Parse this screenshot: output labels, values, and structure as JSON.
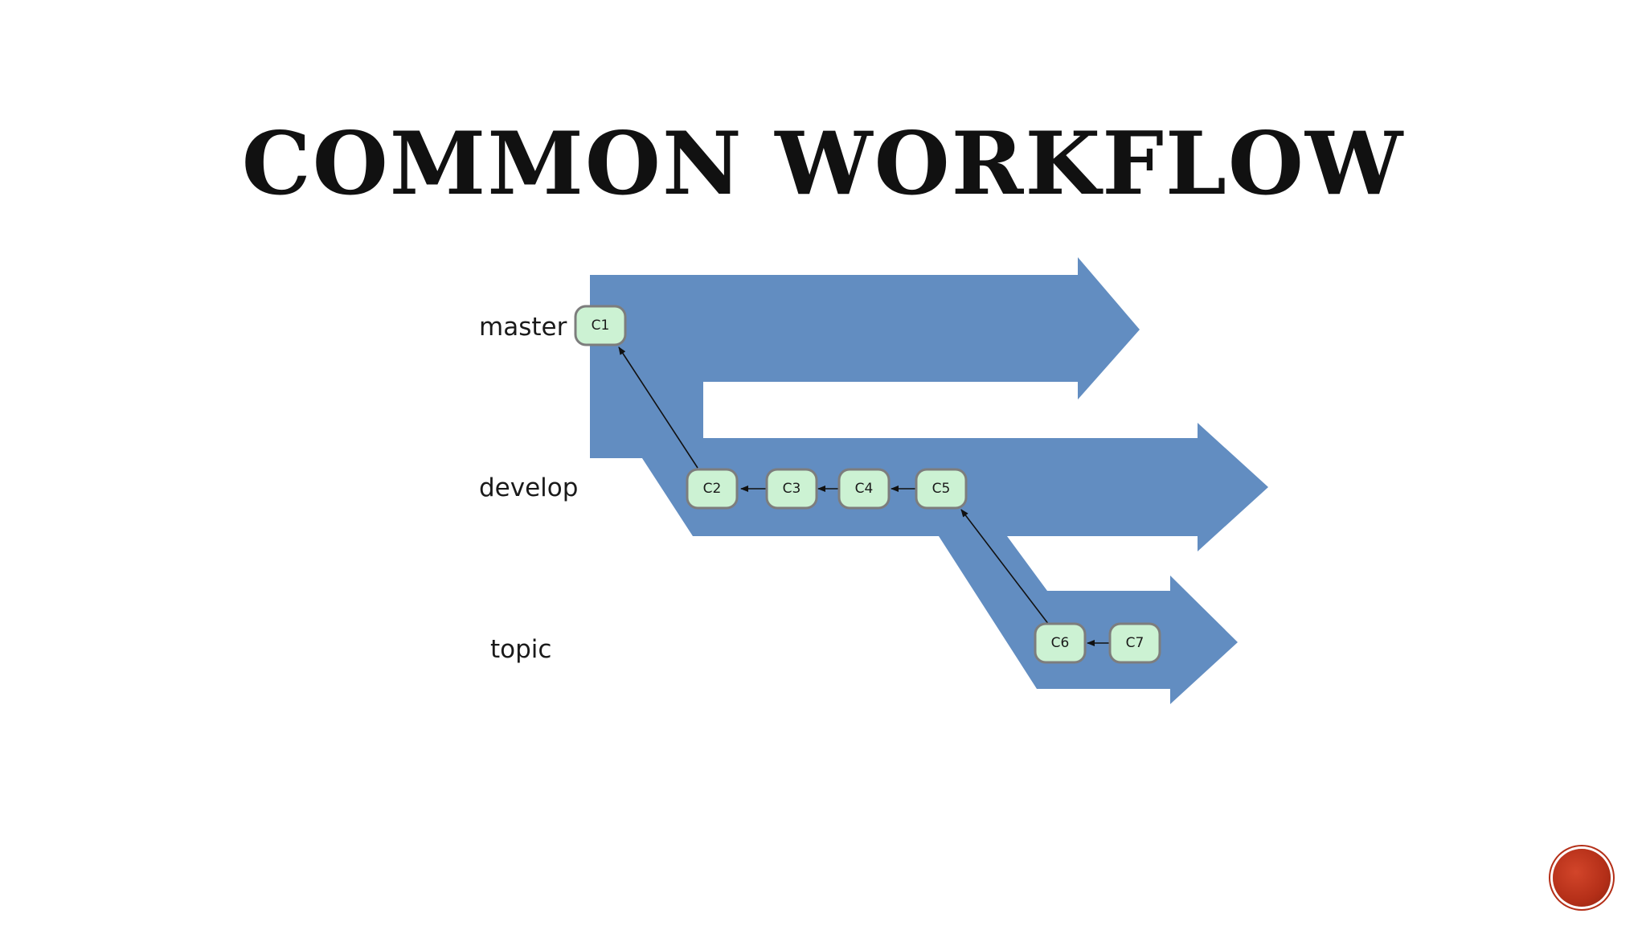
{
  "slide": {
    "title": "COMMON WORKFLOW"
  },
  "diagram": {
    "branches": [
      {
        "id": "master",
        "label": "master"
      },
      {
        "id": "develop",
        "label": "develop"
      },
      {
        "id": "topic",
        "label": "topic"
      }
    ],
    "commits": [
      {
        "id": "C1",
        "label": "C1",
        "branch": "master"
      },
      {
        "id": "C2",
        "label": "C2",
        "branch": "develop"
      },
      {
        "id": "C3",
        "label": "C3",
        "branch": "develop"
      },
      {
        "id": "C4",
        "label": "C4",
        "branch": "develop"
      },
      {
        "id": "C5",
        "label": "C5",
        "branch": "develop"
      },
      {
        "id": "C6",
        "label": "C6",
        "branch": "topic"
      },
      {
        "id": "C7",
        "label": "C7",
        "branch": "topic"
      }
    ],
    "parent_links": [
      {
        "from": "C2",
        "to": "C1"
      },
      {
        "from": "C3",
        "to": "C2"
      },
      {
        "from": "C4",
        "to": "C3"
      },
      {
        "from": "C5",
        "to": "C4"
      },
      {
        "from": "C6",
        "to": "C5"
      },
      {
        "from": "C7",
        "to": "C6"
      }
    ],
    "colors": {
      "band": "#628dc1",
      "commit_fill": "#ccf2d3",
      "commit_border": "#7d7d7d"
    }
  },
  "nav": {
    "button_color": "#b42f18"
  }
}
